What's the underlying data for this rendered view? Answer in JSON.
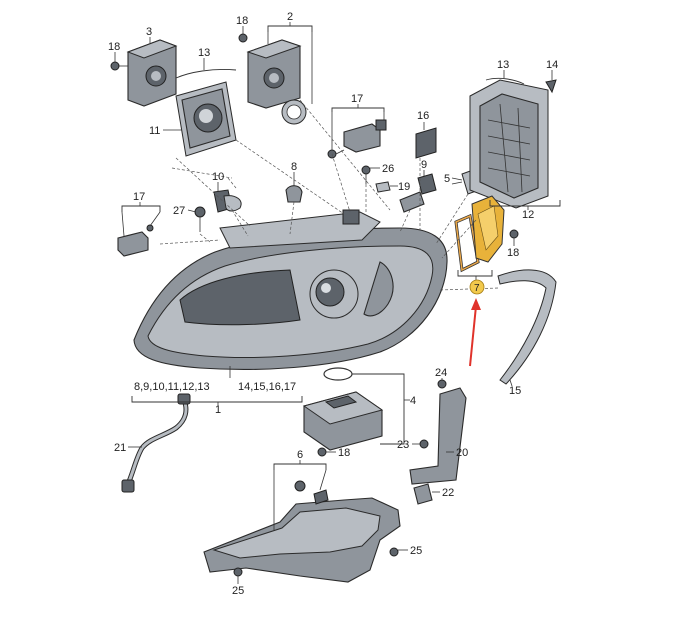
{
  "labels": {
    "l1": "1",
    "l2": "2",
    "l3": "3",
    "l4": "4",
    "l5": "5",
    "l6": "6",
    "l7": "7",
    "l8": "8",
    "l9": "9",
    "l10": "10",
    "l11": "11",
    "l12": "12",
    "l13a": "13",
    "l13b": "13",
    "l14": "14",
    "l15": "15",
    "l16": "16",
    "l17a": "17",
    "l17b": "17",
    "l18a": "18",
    "l18b": "18",
    "l18c": "18",
    "l18d": "18",
    "l19": "19",
    "l20": "20",
    "l21": "21",
    "l22": "22",
    "l23": "23",
    "l24": "24",
    "l25a": "25",
    "l25b": "25",
    "l26": "26",
    "l27": "27",
    "group_left": "8,9,10,11,12,13",
    "group_right": "14,15,16,17"
  },
  "colors": {
    "highlight_part": "#e8b23a",
    "highlight_badge": "#f2c94c",
    "arrow": "#e0332b"
  }
}
